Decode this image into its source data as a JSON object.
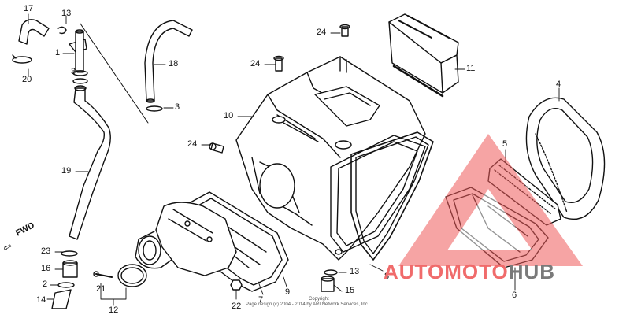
{
  "diagram": {
    "callouts": [
      {
        "id": "17",
        "label": "17"
      },
      {
        "id": "13a",
        "label": "13"
      },
      {
        "id": "1",
        "label": "1"
      },
      {
        "id": "20",
        "label": "20"
      },
      {
        "id": "3a",
        "label": "3"
      },
      {
        "id": "18",
        "label": "18"
      },
      {
        "id": "3b",
        "label": "3"
      },
      {
        "id": "19",
        "label": "19"
      },
      {
        "id": "24a",
        "label": "24"
      },
      {
        "id": "24b",
        "label": "24"
      },
      {
        "id": "24c",
        "label": "24"
      },
      {
        "id": "11",
        "label": "11"
      },
      {
        "id": "10",
        "label": "10"
      },
      {
        "id": "4",
        "label": "4"
      },
      {
        "id": "5",
        "label": "5"
      },
      {
        "id": "6",
        "label": "6"
      },
      {
        "id": "7",
        "label": "7"
      },
      {
        "id": "8",
        "label": "8"
      },
      {
        "id": "9",
        "label": "9"
      },
      {
        "id": "13b",
        "label": "13"
      },
      {
        "id": "15",
        "label": "15"
      },
      {
        "id": "22",
        "label": "22"
      },
      {
        "id": "21",
        "label": "21"
      },
      {
        "id": "12",
        "label": "12"
      },
      {
        "id": "23",
        "label": "23"
      },
      {
        "id": "16",
        "label": "16"
      },
      {
        "id": "2",
        "label": "2"
      },
      {
        "id": "14",
        "label": "14"
      }
    ],
    "direction_label": "FWD",
    "copyright_lines": [
      "Copyright",
      "Page design (c) 2004 - 2014 by ARI Network Services, Inc."
    ]
  },
  "watermark": {
    "text_a": "AUTOMOTO",
    "text_b": "HUB",
    "color_a": "#f06b6b",
    "color_b": "#7a7a7a"
  }
}
